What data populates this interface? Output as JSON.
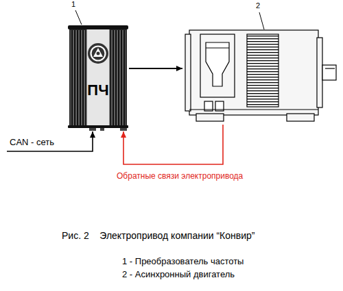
{
  "diagram": {
    "caption": "Рис. 2    Электропривод компании “Конвир”",
    "nodes": [
      {
        "text": [
          "1",
          "ПЧ"
        ]
      },
      {
        "text": [
          "2"
        ]
      },
      {
        "text": [
          "CAN - сеть"
        ]
      }
    ],
    "edges": [
      {
        "from": 0,
        "to": 1,
        "arrow": "to"
      },
      {
        "from": 2,
        "to": 0,
        "arrow": "to"
      },
      {
        "from": 1,
        "to": 0,
        "arrow": "to",
        "label": "Обратные связи электропривода"
      }
    ],
    "labels": [
      "1 - Преобразователь частоты",
      "2 - Асинхронный двигатель"
    ]
  }
}
